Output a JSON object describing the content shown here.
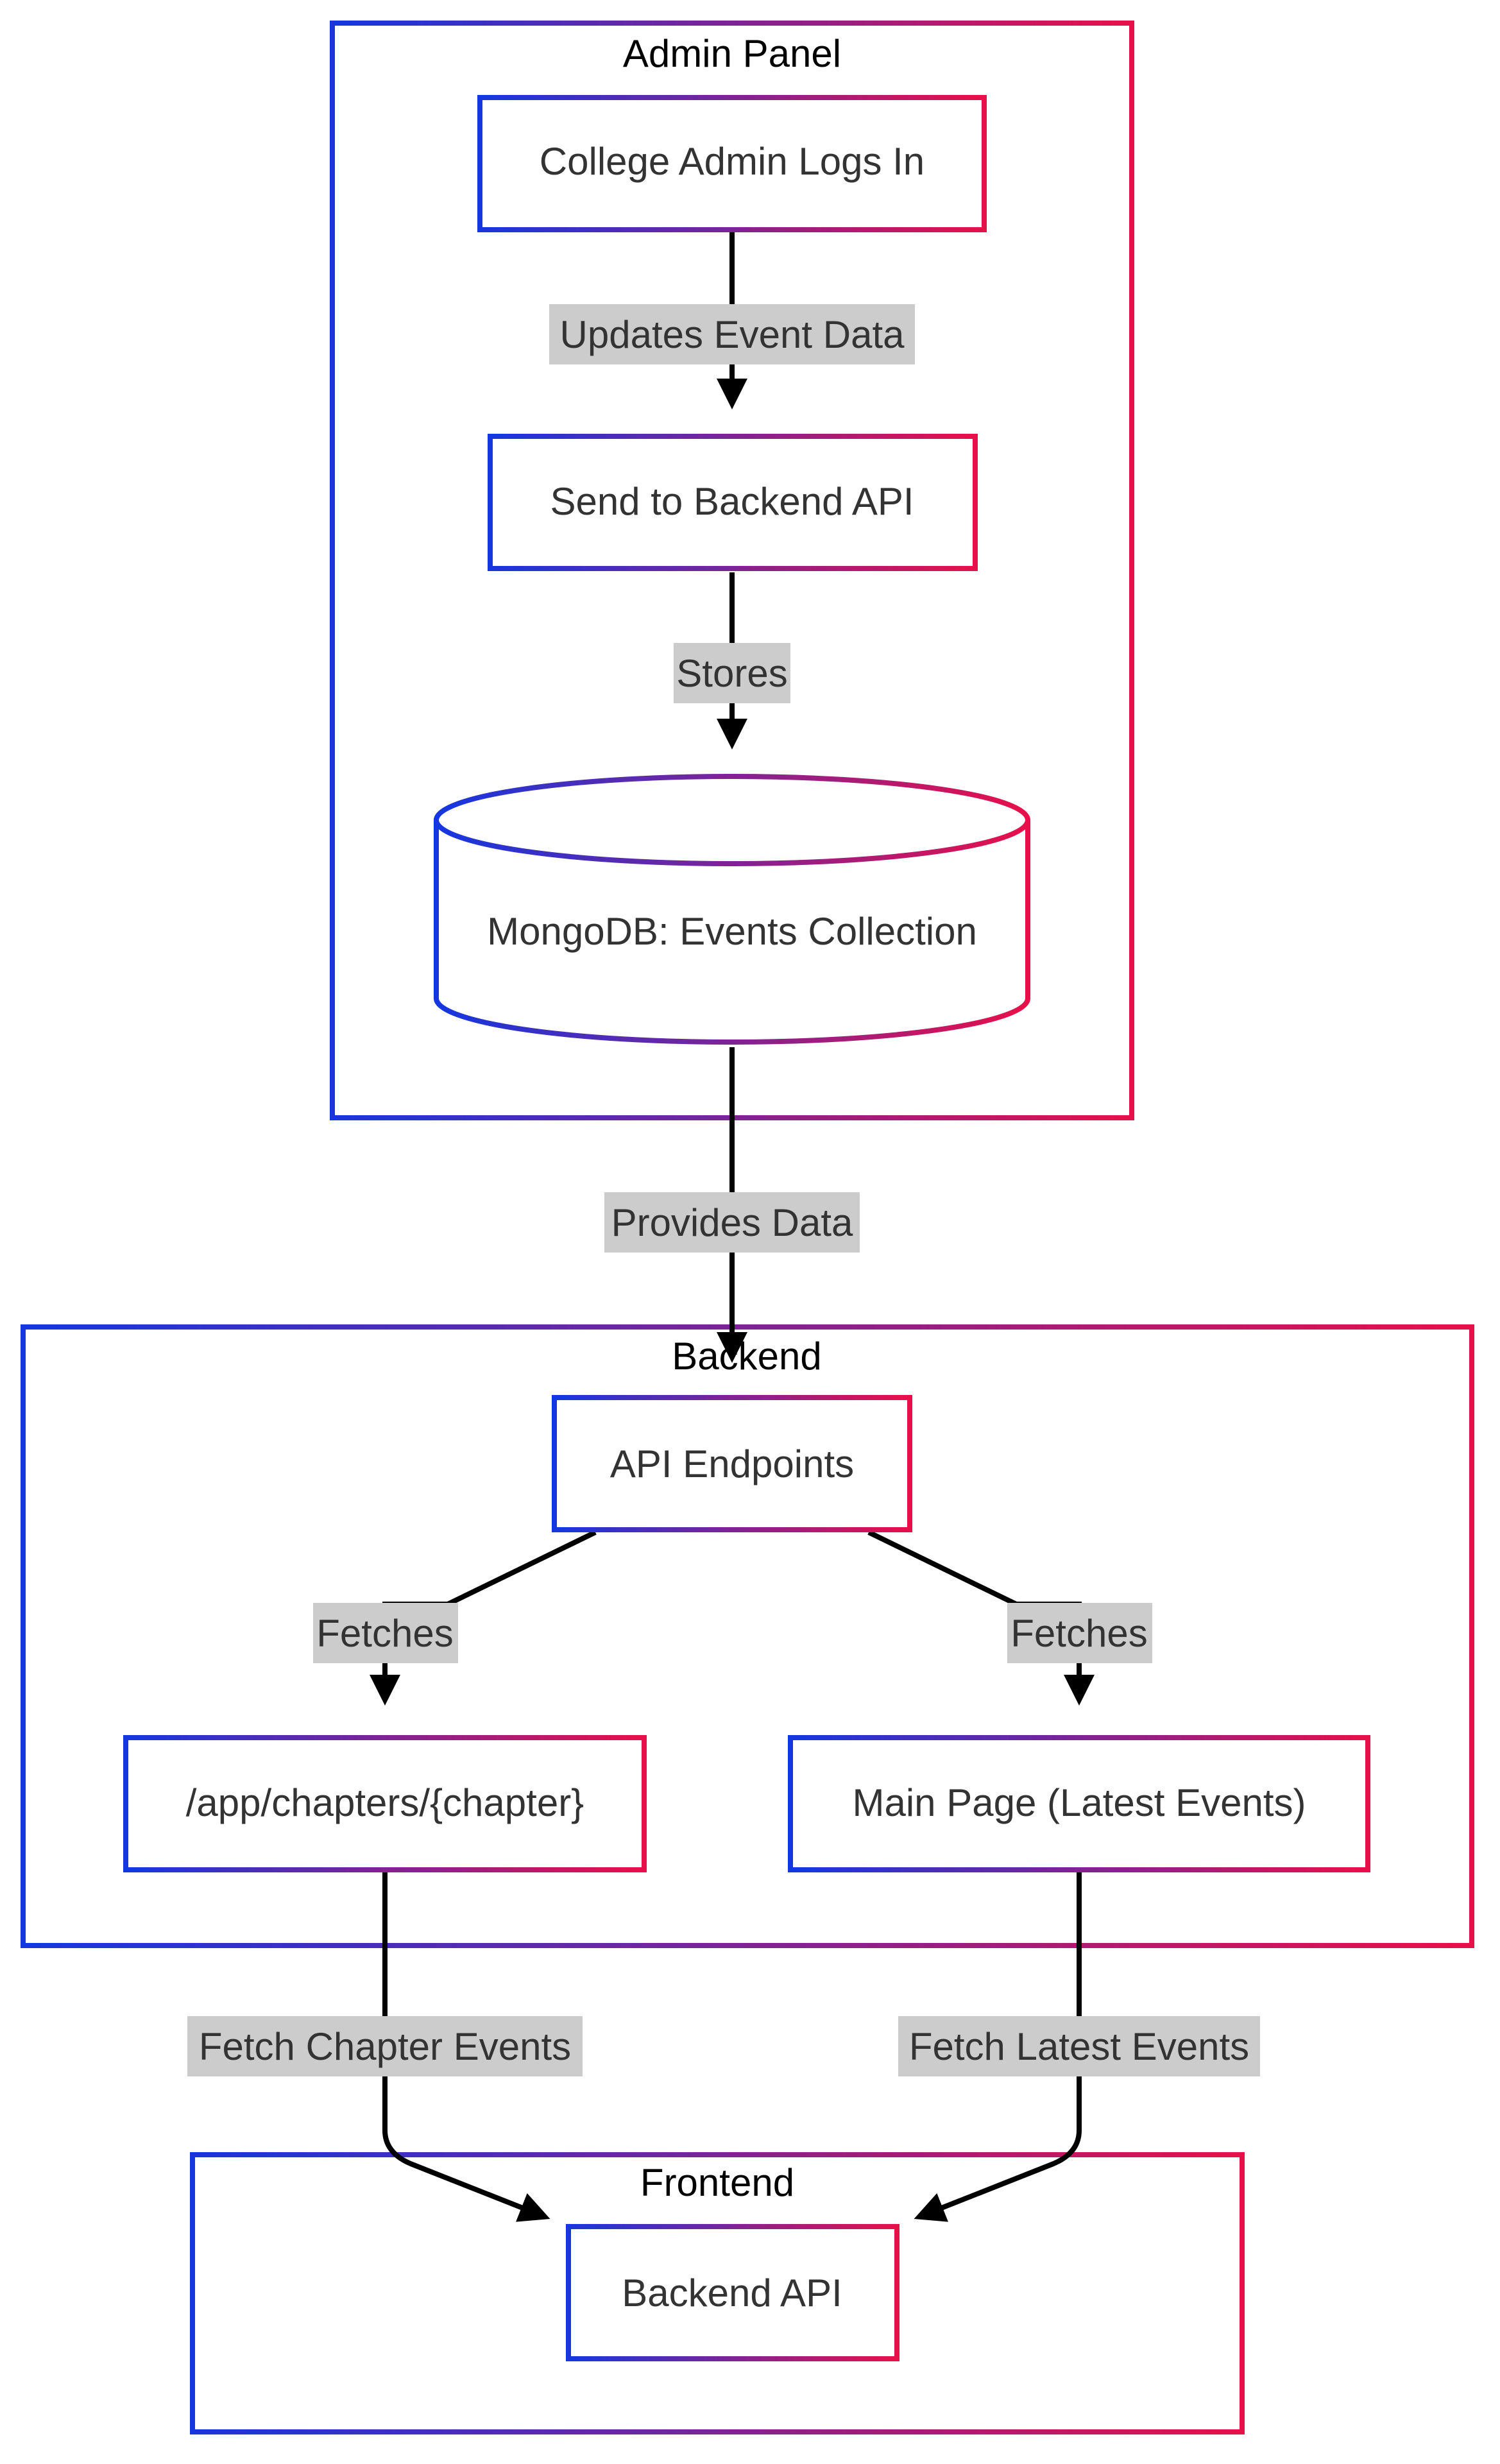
{
  "colors": {
    "gradient_start": "#1437e0",
    "gradient_end": "#e8104a",
    "edge": "#000000",
    "edge_label_background": "#cccccc",
    "node_text": "#333333"
  },
  "clusters": {
    "admin_panel": {
      "title": "Admin Panel"
    },
    "backend": {
      "title": "Backend"
    },
    "frontend": {
      "title": "Frontend"
    }
  },
  "nodes": {
    "college_admin": {
      "label": "College Admin Logs In",
      "shape": "rectangle"
    },
    "send_backend": {
      "label": "Send to Backend API",
      "shape": "rectangle"
    },
    "mongodb": {
      "label": "MongoDB: Events Collection",
      "shape": "cylinder"
    },
    "api_endpoints": {
      "label": "API Endpoints",
      "shape": "rectangle"
    },
    "chapters": {
      "label": "/app/chapters/{chapter}",
      "shape": "rectangle"
    },
    "main_page": {
      "label": "Main Page (Latest Events)",
      "shape": "rectangle"
    },
    "backend_api": {
      "label": "Backend API",
      "shape": "rectangle"
    }
  },
  "edges": {
    "updates": {
      "from": "college_admin",
      "to": "send_backend",
      "label": "Updates Event Data"
    },
    "stores": {
      "from": "send_backend",
      "to": "mongodb",
      "label": "Stores"
    },
    "provides": {
      "from": "mongodb",
      "to": "api_endpoints",
      "label": "Provides Data"
    },
    "fetches_left": {
      "from": "api_endpoints",
      "to": "chapters",
      "label": "Fetches"
    },
    "fetches_right": {
      "from": "api_endpoints",
      "to": "main_page",
      "label": "Fetches"
    },
    "fetch_chapter": {
      "from": "chapters",
      "to": "backend_api",
      "label": "Fetch Chapter Events"
    },
    "fetch_latest": {
      "from": "main_page",
      "to": "backend_api",
      "label": "Fetch Latest Events"
    }
  }
}
